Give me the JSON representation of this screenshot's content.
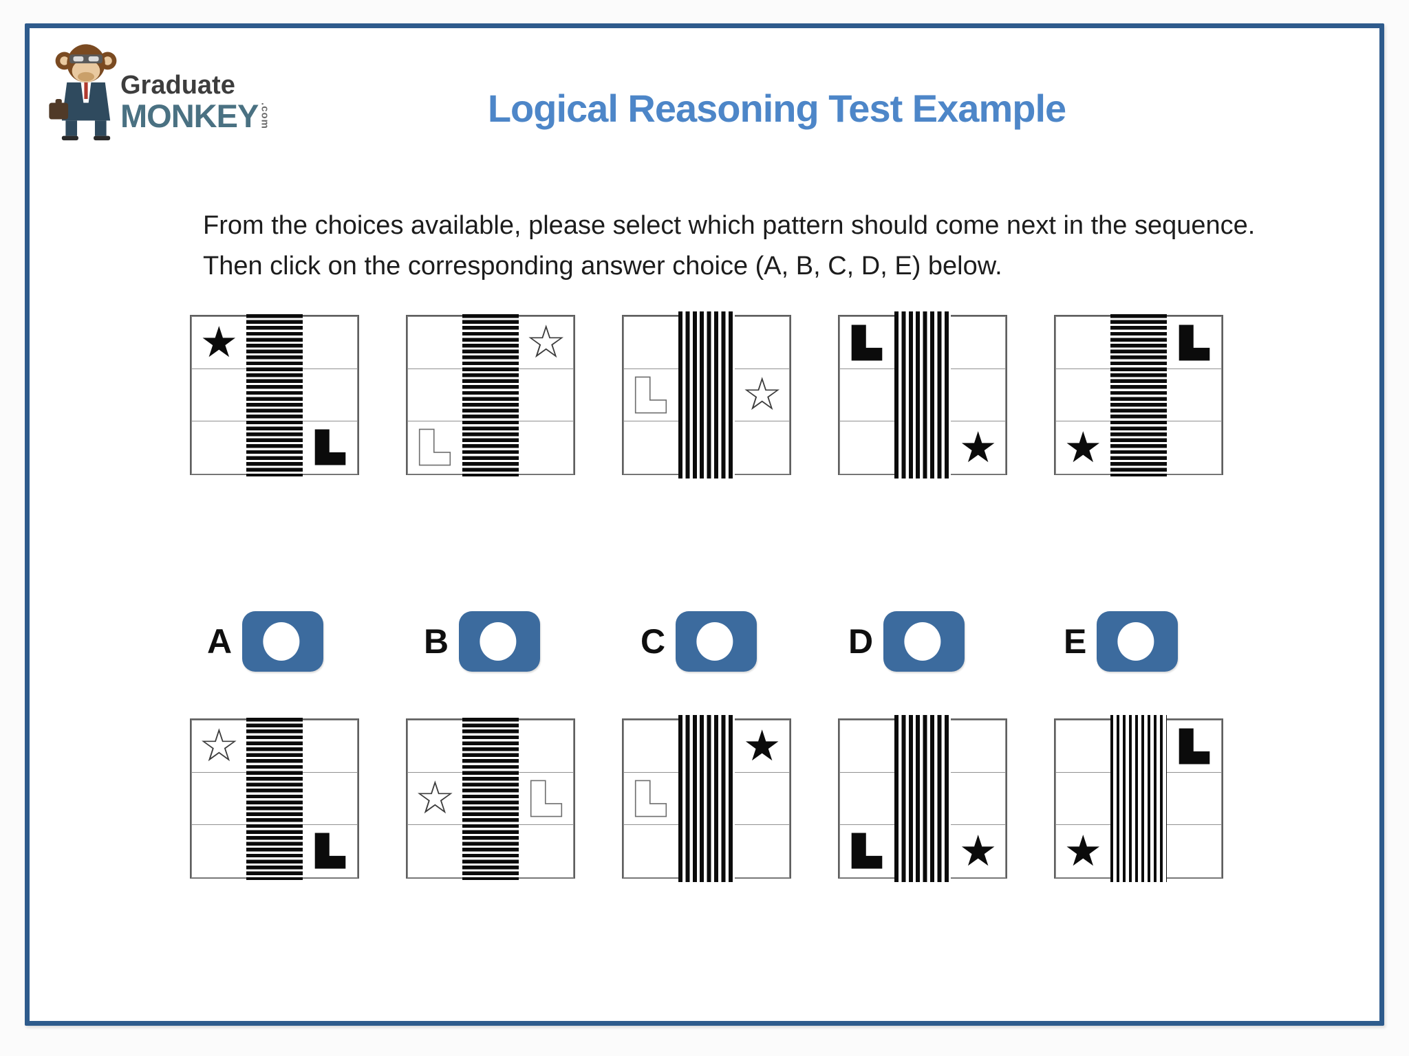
{
  "header": {
    "logo_line1": "Graduate",
    "logo_line2": "MONKEY",
    "logo_suffix": ".com",
    "title": "Logical Reasoning Test Example"
  },
  "instructions": "From the choices available, please select which pattern should come next in the sequence. Then click on the corresponding answer choice (A, B, C, D, E) below.",
  "glyphs": {
    "star_filled": "★",
    "star_outline": "☆"
  },
  "colors": {
    "frame_border": "#2e5b8c",
    "title_blue": "#4d86c8",
    "button_blue": "#3c6b9e",
    "logo_teal": "#4a7182",
    "shape_black": "#0b0b0b"
  },
  "pattern_boxes": {
    "sequence": [
      {
        "stripes": "horizontal",
        "shapes": [
          {
            "row": 0,
            "col": 0,
            "shape": "star",
            "style": "filled"
          },
          {
            "row": 2,
            "col": 2,
            "shape": "L",
            "style": "filled"
          }
        ]
      },
      {
        "stripes": "horizontal",
        "shapes": [
          {
            "row": 0,
            "col": 2,
            "shape": "star",
            "style": "outline"
          },
          {
            "row": 2,
            "col": 0,
            "shape": "L",
            "style": "outline"
          }
        ]
      },
      {
        "stripes": "vertical",
        "shapes": [
          {
            "row": 1,
            "col": 0,
            "shape": "L",
            "style": "outline"
          },
          {
            "row": 1,
            "col": 2,
            "shape": "star",
            "style": "outline"
          }
        ]
      },
      {
        "stripes": "vertical",
        "shapes": [
          {
            "row": 0,
            "col": 0,
            "shape": "L",
            "style": "filled"
          },
          {
            "row": 2,
            "col": 2,
            "shape": "star",
            "style": "filled"
          }
        ]
      },
      {
        "stripes": "horizontal",
        "shapes": [
          {
            "row": 0,
            "col": 2,
            "shape": "L",
            "style": "filled"
          },
          {
            "row": 2,
            "col": 0,
            "shape": "star",
            "style": "filled"
          }
        ]
      }
    ],
    "answers": [
      {
        "label": "A",
        "stripes": "horizontal",
        "shapes": [
          {
            "row": 0,
            "col": 0,
            "shape": "star",
            "style": "outline"
          },
          {
            "row": 2,
            "col": 2,
            "shape": "L",
            "style": "filled"
          }
        ]
      },
      {
        "label": "B",
        "stripes": "horizontal",
        "shapes": [
          {
            "row": 1,
            "col": 0,
            "shape": "star",
            "style": "outline"
          },
          {
            "row": 1,
            "col": 2,
            "shape": "L",
            "style": "outline"
          }
        ]
      },
      {
        "label": "C",
        "stripes": "vertical",
        "shapes": [
          {
            "row": 0,
            "col": 2,
            "shape": "star",
            "style": "filled"
          },
          {
            "row": 1,
            "col": 0,
            "shape": "L",
            "style": "outline"
          }
        ]
      },
      {
        "label": "D",
        "stripes": "vertical",
        "shapes": [
          {
            "row": 2,
            "col": 0,
            "shape": "L",
            "style": "filled"
          },
          {
            "row": 2,
            "col": 2,
            "shape": "star",
            "style": "filled"
          }
        ]
      },
      {
        "label": "E",
        "stripes": "vertical",
        "thin": true,
        "shapes": [
          {
            "row": 0,
            "col": 2,
            "shape": "L",
            "style": "filled"
          },
          {
            "row": 2,
            "col": 0,
            "shape": "star",
            "style": "filled"
          }
        ]
      }
    ]
  }
}
